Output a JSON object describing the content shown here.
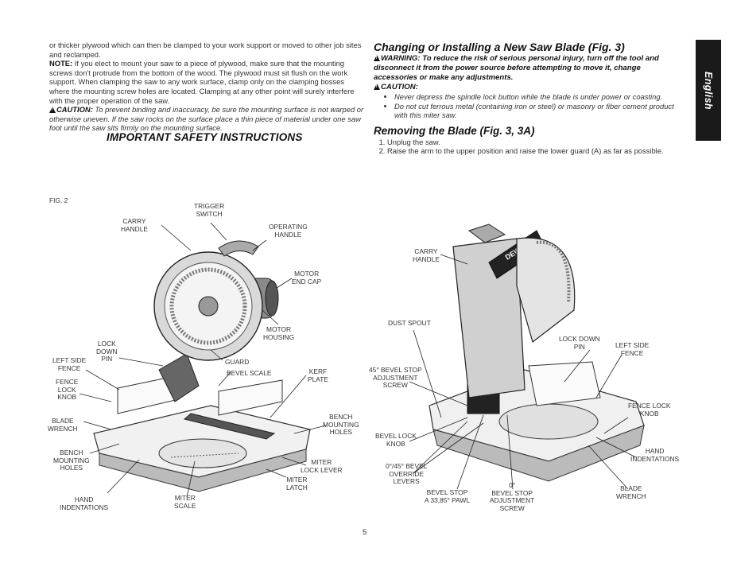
{
  "left_column": {
    "para1": "or thicker plywood which can then be clamped to your work support or moved to other job sites and reclamped.",
    "note_label": "NOTE:",
    "note_text": " If you elect to mount your saw to a piece of plywood, make sure that the mounting screws don't protrude from the bottom of the wood. The plywood must sit flush on the work support. When clamping the saw to any work surface, clamp only on the clamping bosses where the mounting screw holes are located. Clamping at any other point will surely interfere with the proper operation of the saw.",
    "caution_label": "CAUTION:",
    "caution_text": " To prevent binding and inaccuracy, be sure the mounting surface is not warped or otherwise uneven. If the saw rocks on the surface place a thin piece of material under one saw foot until the saw sits firmly on the mounting surface.",
    "heading": "IMPORTANT SAFETY INSTRUCTIONS"
  },
  "right_column": {
    "title": "Changing or Installing a New Saw Blade (Fig. 3)",
    "warning": "WARNING: To reduce the risk of serious personal injury, turn off the tool and disconnect it from the power source before attempting to move it, change accessories or make any adjustments.",
    "caution_head": "CAUTION:",
    "bullets": [
      "Never depress the spindle lock button while the blade is under power or coasting.",
      "Do not cut ferrous metal (containing iron or steel) or masonry or fiber cement product with this miter saw."
    ],
    "subtitle": "Removing the Blade (Fig. 3, 3A)",
    "steps": [
      "Unplug the saw.",
      "Raise the arm to the upper position and raise the lower guard (A) as far as possible."
    ]
  },
  "side_tab": {
    "label": "English"
  },
  "figure2": {
    "fig_label": "FIG. 2",
    "labels": {
      "trigger_switch": "TRIGGER\nSWITCH",
      "carry_handle": "CARRY\nHANDLE",
      "operating_handle": "OPERATING\nHANDLE",
      "motor_end_cap": "MOTOR\nEND CAP",
      "motor_housing": "MOTOR\nHOUSING",
      "lock_down_pin": "LOCK\nDOWN\nPIN",
      "guard": "GUARD",
      "left_side_fence": "LEFT SIDE\nFENCE",
      "fence_lock_knob": "FENCE\nLOCK\nKNOB",
      "bevel_scale": "BEVEL SCALE",
      "kerf_plate": "KERF\nPLATE",
      "blade_wrench": "BLADE\nWRENCH",
      "bench_mounting_holes_right": "BENCH\nMOUNTING\nHOLES",
      "bench_mounting_holes_left": "BENCH\nMOUNTING\nHOLES",
      "miter_lock_lever": "MITER\nLOCK LEVER",
      "miter_latch": "MITER\nLATCH",
      "hand_indentations": "HAND\nINDENTATIONS",
      "miter_scale": "MITER\nSCALE"
    }
  },
  "figure3": {
    "brand": "DEWALT",
    "labels": {
      "carry_handle": "CARRY\nHANDLE",
      "dust_spout": "DUST SPOUT",
      "lock_down_pin": "LOCK DOWN\nPIN",
      "left_side_fence": "LEFT SIDE\nFENCE",
      "bevel_stop_screw": "45° BEVEL STOP\nADJUSTMENT\nSCREW",
      "fence_lock_knob": "FENCE LOCK\nKNOB",
      "bevel_lock_knob": "BEVEL LOCK\nKNOB",
      "hand_indentations": "HAND\nINDENTATIONS",
      "override_levers": "0°/45° BEVEL\nOVERRIDE\nLEVERS",
      "blade_wrench": "BLADE\nWRENCH",
      "bevel_stop_pawl": "BEVEL STOP\nA 33,85° PAWL",
      "zero_bevel_stop": "0°\nBEVEL STOP\nADJUSTMENT\nSCREW"
    }
  },
  "page_number": "5"
}
